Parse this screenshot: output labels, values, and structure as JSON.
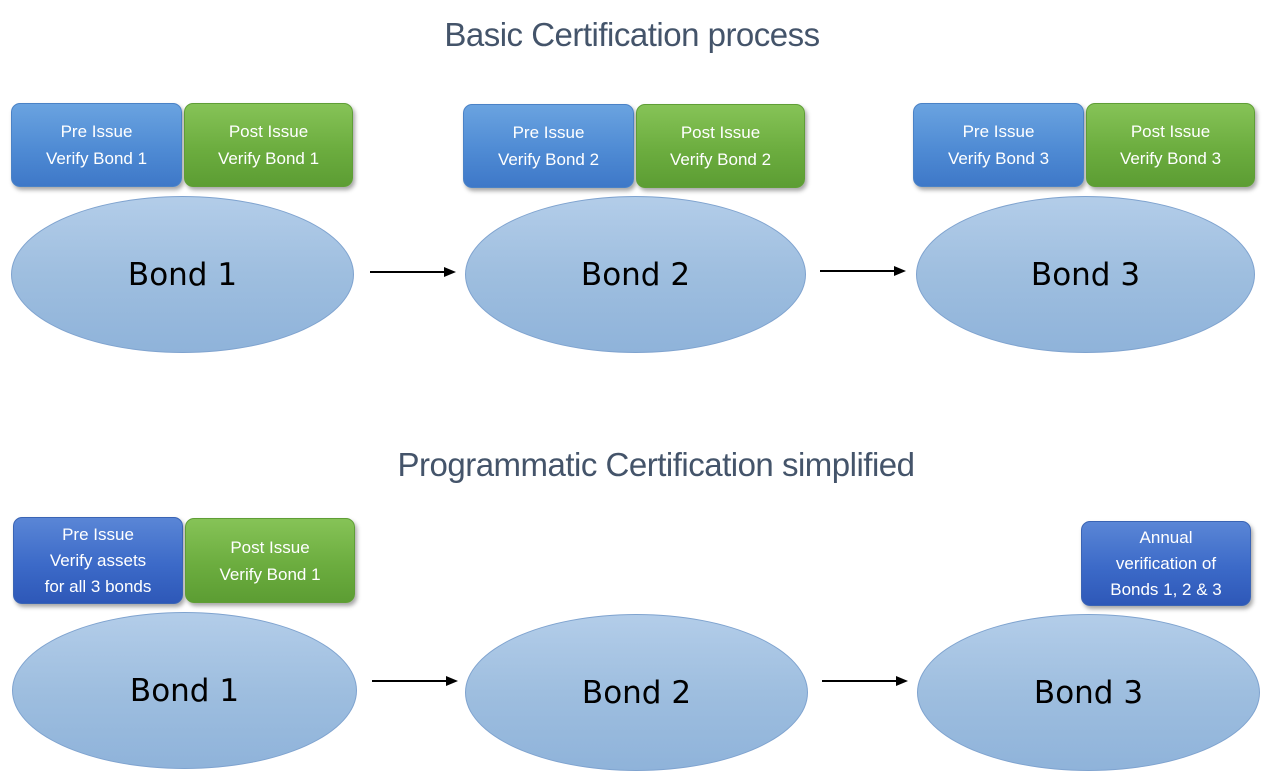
{
  "top": {
    "title": "Basic Certification process",
    "groups": [
      {
        "pre_line1": "Pre Issue",
        "pre_line2": "Verify Bond 1",
        "post_line1": "Post Issue",
        "post_line2": "Verify Bond 1",
        "bond": "Bond 1"
      },
      {
        "pre_line1": "Pre Issue",
        "pre_line2": "Verify Bond 2",
        "post_line1": "Post Issue",
        "post_line2": "Verify Bond 2",
        "bond": "Bond 2"
      },
      {
        "pre_line1": "Pre Issue",
        "pre_line2": "Verify Bond 3",
        "post_line1": "Post Issue",
        "post_line2": "Verify Bond 3",
        "bond": "Bond 3"
      }
    ]
  },
  "bottom": {
    "title": "Programmatic Certification simplified",
    "pre": {
      "line1": "Pre Issue",
      "line2": "Verify assets",
      "line3": "for all 3 bonds"
    },
    "post": {
      "line1": "Post Issue",
      "line2": "Verify Bond 1"
    },
    "annual": {
      "line1": "Annual",
      "line2": "verification of",
      "line3": "Bonds 1, 2 & 3"
    },
    "bonds": [
      "Bond 1",
      "Bond 2",
      "Bond 3"
    ]
  },
  "colors": {
    "pre_box": "#4f8bd4",
    "pre_box_dark": "#3c6ac8",
    "post_box": "#6cad3f",
    "bond_fill": "#9ebedf",
    "title": "#44546a"
  }
}
